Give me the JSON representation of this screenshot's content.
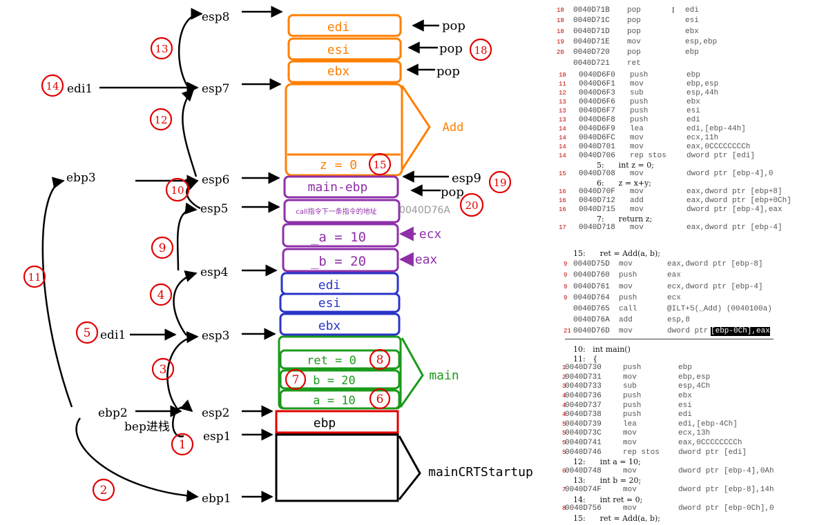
{
  "stack": {
    "add_frame": [
      "edi",
      "esi",
      "ebx"
    ],
    "z": "z = 0",
    "main_ebp": "main-ebp",
    "ret_addr": "call指令下一条指令的地址",
    "ret_addr_value": "0040D76A",
    "param_a": "_a = 10",
    "param_b": "_b = 20",
    "main_regs": [
      "edi",
      "esi",
      "ebx"
    ],
    "main_vars": [
      "ret = 0",
      "b = 20",
      "a = 10"
    ],
    "ebp_cell": "ebp"
  },
  "labels": {
    "esp8": "esp8",
    "esp7": "esp7",
    "esp6": "esp6",
    "esp5": "esp5",
    "esp4": "esp4",
    "esp3": "esp3",
    "esp2": "esp2",
    "esp1": "esp1",
    "esp9": "esp9",
    "ebp1": "ebp1",
    "ebp2": "ebp2",
    "ebp3": "ebp3",
    "edi1_top": "edi1",
    "edi1_bottom": "edi1",
    "bep_push": "bep进栈",
    "pop1": "pop",
    "pop2": "pop",
    "pop3": "pop",
    "pop4": "pop",
    "add": "Add",
    "main": "main",
    "crt": "mainCRTStartup",
    "ecx": "ecx",
    "eax": "eax"
  },
  "steps": [
    "1",
    "2",
    "3",
    "4",
    "5",
    "6",
    "7",
    "8",
    "9",
    "10",
    "11",
    "12",
    "13",
    "14",
    "15",
    "18",
    "19",
    "20"
  ],
  "colors": {
    "orange": "#ff7f00",
    "purple": "#8e2fa8",
    "blue": "#2a34c8",
    "green": "#1a9a1a",
    "red": "#e00000",
    "black": "#000000"
  },
  "code_epilogue": [
    {
      "ln": "18",
      "addr": "0040D71B",
      "op": "pop",
      "arg": "edi"
    },
    {
      "ln": "18",
      "addr": "0040D71C",
      "op": "pop",
      "arg": "esi"
    },
    {
      "ln": "18",
      "addr": "0040D71D",
      "op": "pop",
      "arg": "ebx"
    },
    {
      "ln": "19",
      "addr": "0040D71E",
      "op": "mov",
      "arg": "esp,ebp"
    },
    {
      "ln": "20",
      "addr": "0040D720",
      "op": "pop",
      "arg": "ebp"
    },
    {
      "ln": "",
      "addr": "0040D721",
      "op": "ret",
      "arg": ""
    }
  ],
  "code_add": [
    {
      "ln": "10",
      "addr": "0040D6F0",
      "op": "push",
      "arg": "ebp"
    },
    {
      "ln": "11",
      "addr": "0040D6F1",
      "op": "mov",
      "arg": "ebp,esp"
    },
    {
      "ln": "12",
      "addr": "0040D6F3",
      "op": "sub",
      "arg": "esp,44h"
    },
    {
      "ln": "13",
      "addr": "0040D6F6",
      "op": "push",
      "arg": "ebx"
    },
    {
      "ln": "13",
      "addr": "0040D6F7",
      "op": "push",
      "arg": "esi"
    },
    {
      "ln": "13",
      "addr": "0040D6F8",
      "op": "push",
      "arg": "edi"
    },
    {
      "ln": "14",
      "addr": "0040D6F9",
      "op": "lea",
      "arg": "edi,[ebp-44h]"
    },
    {
      "ln": "14",
      "addr": "0040D6FC",
      "op": "mov",
      "arg": "ecx,11h"
    },
    {
      "ln": "14",
      "addr": "0040D701",
      "op": "mov",
      "arg": "eax,0CCCCCCCCh"
    },
    {
      "ln": "14",
      "addr": "0040D706",
      "op": "rep stos",
      "arg": "dword ptr [edi]"
    },
    {
      "src": "5:      int z = 0;"
    },
    {
      "ln": "15",
      "addr": "0040D708",
      "op": "mov",
      "arg": "dword ptr [ebp-4],0"
    },
    {
      "src": "6:      z = x+y;"
    },
    {
      "ln": "16",
      "addr": "0040D70F",
      "op": "mov",
      "arg": "eax,dword ptr [ebp+8]"
    },
    {
      "ln": "16",
      "addr": "0040D712",
      "op": "add",
      "arg": "eax,dword ptr [ebp+0Ch]"
    },
    {
      "ln": "16",
      "addr": "0040D715",
      "op": "mov",
      "arg": "dword ptr [ebp-4],eax"
    },
    {
      "src": "7:      return z;"
    },
    {
      "ln": "17",
      "addr": "0040D718",
      "op": "mov",
      "arg": "eax,dword ptr [ebp-4]"
    }
  ],
  "code_call": [
    {
      "src": "15:      ret = Add(a, b);"
    },
    {
      "ln": "9",
      "addr": "0040D75D",
      "op": "mov",
      "arg": "eax,dword ptr [ebp-8]"
    },
    {
      "ln": "9",
      "addr": "0040D760",
      "op": "push",
      "arg": "eax"
    },
    {
      "ln": "9",
      "addr": "0040D761",
      "op": "mov",
      "arg": "ecx,dword ptr [ebp-4]"
    },
    {
      "ln": "9",
      "addr": "0040D764",
      "op": "push",
      "arg": "ecx"
    },
    {
      "ln": "",
      "addr": "0040D765",
      "op": "call",
      "arg": "@ILT+5(_Add) (0040100a)"
    },
    {
      "ln": "",
      "addr": "0040D76A",
      "op": "add",
      "arg": "esp,8"
    },
    {
      "ln": "21",
      "addr": "0040D76D",
      "op": "mov",
      "arg": "dword ptr ",
      "hl": "[ebp-0Ch],eax"
    }
  ],
  "code_main": [
    {
      "src": "10:   int main()"
    },
    {
      "src": "11:   {"
    },
    {
      "ln": "1",
      "addr": "0040D730",
      "op": "push",
      "arg": "ebp"
    },
    {
      "ln": "2",
      "addr": "0040D731",
      "op": "mov",
      "arg": "ebp,esp"
    },
    {
      "ln": "3",
      "addr": "0040D733",
      "op": "sub",
      "arg": "esp,4Ch"
    },
    {
      "ln": "4",
      "addr": "0040D736",
      "op": "push",
      "arg": "ebx"
    },
    {
      "ln": "4",
      "addr": "0040D737",
      "op": "push",
      "arg": "esi"
    },
    {
      "ln": "4",
      "addr": "0040D738",
      "op": "push",
      "arg": "edi"
    },
    {
      "ln": "5",
      "addr": "0040D739",
      "op": "lea",
      "arg": "edi,[ebp-4Ch]"
    },
    {
      "ln": "5",
      "addr": "0040D73C",
      "op": "mov",
      "arg": "ecx,13h"
    },
    {
      "ln": "5",
      "addr": "0040D741",
      "op": "mov",
      "arg": "eax,0CCCCCCCCh"
    },
    {
      "ln": "5",
      "addr": "0040D746",
      "op": "rep stos",
      "arg": "dword ptr [edi]"
    },
    {
      "src": "12:      int a = 10;"
    },
    {
      "ln": "6",
      "addr": "0040D748",
      "op": "mov",
      "arg": "dword ptr [ebp-4],0Ah"
    },
    {
      "src": "13:      int b = 20;"
    },
    {
      "ln": "7",
      "addr": "0040D74F",
      "op": "mov",
      "arg": "dword ptr [ebp-8],14h"
    },
    {
      "src": "14:      int ret = 0;"
    },
    {
      "ln": "8",
      "addr": "0040D756",
      "op": "mov",
      "arg": "dword ptr [ebp-0Ch],0"
    },
    {
      "src": "15:      ret = Add(a, b);"
    }
  ],
  "cursor": "I"
}
